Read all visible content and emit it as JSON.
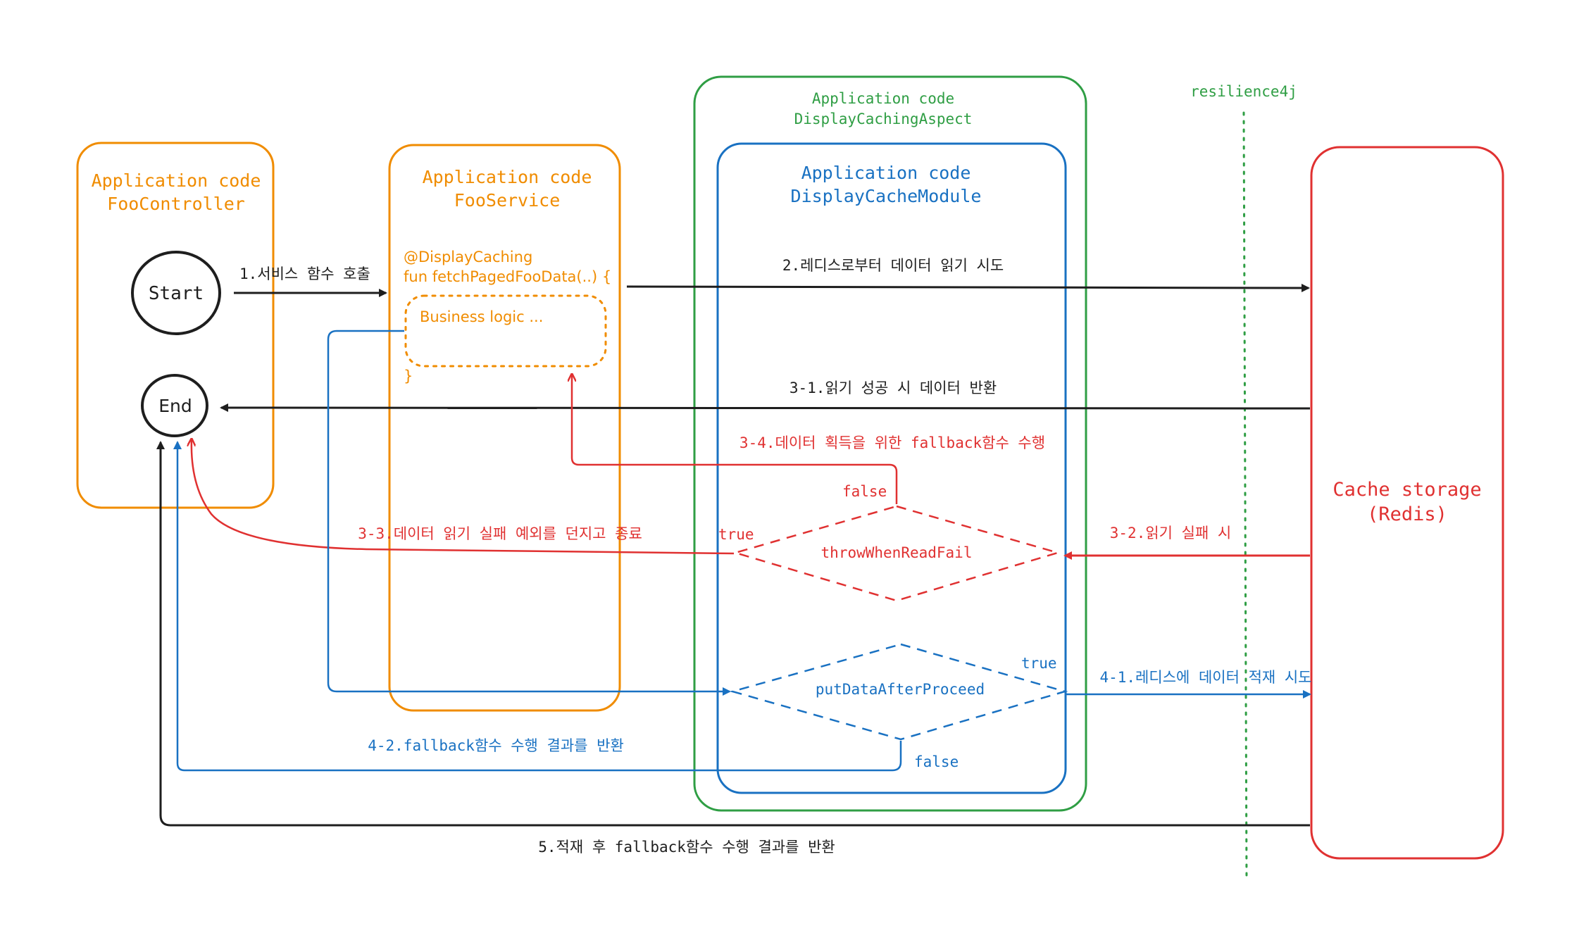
{
  "colors": {
    "orange": "#f08c00",
    "green": "#2f9e44",
    "blue": "#1971c2",
    "red": "#e03131",
    "black": "#1e1e1e"
  },
  "foo_controller": {
    "title_line1": "Application code",
    "title_line2": "FooController",
    "start_label": "Start",
    "end_label": "End"
  },
  "foo_service": {
    "title_line1": "Application code",
    "title_line2": "FooService",
    "annotation": "@DisplayCaching",
    "function_signature": "fun fetchPagedFooData(..) {",
    "business_logic": "Business logic ...",
    "closing_brace": "}"
  },
  "aspect": {
    "title_line1": "Application code",
    "title_line2": "DisplayCachingAspect"
  },
  "cache_module": {
    "title_line1": "Application code",
    "title_line2": "DisplayCacheModule"
  },
  "resilience_label": "resilience4j",
  "cache_storage": {
    "line1": "Cache storage",
    "line2": "(Redis)"
  },
  "decisions": {
    "throw_when_read_fail": {
      "label": "throwWhenReadFail",
      "true_label": "true",
      "false_label": "false"
    },
    "put_data_after_proceed": {
      "label": "putDataAfterProceed",
      "true_label": "true",
      "false_label": "false"
    }
  },
  "steps": {
    "s1": "1.서비스 함수 호출",
    "s2": "2.레디스로부터 데이터 읽기 시도",
    "s3_1": "3-1.읽기 성공 시 데이터 반환",
    "s3_2": "3-2.읽기 실패 시",
    "s3_3": "3-3.데이터 읽기 실패 예외를 던지고 종료",
    "s3_4": "3-4.데이터 획득을 위한 fallback함수 수행",
    "s4_1": "4-1.레디스에 데이터 적재 시도",
    "s4_2": "4-2.fallback함수 수행 결과를 반환",
    "s5": "5.적재 후 fallback함수 수행 결과를 반환"
  }
}
